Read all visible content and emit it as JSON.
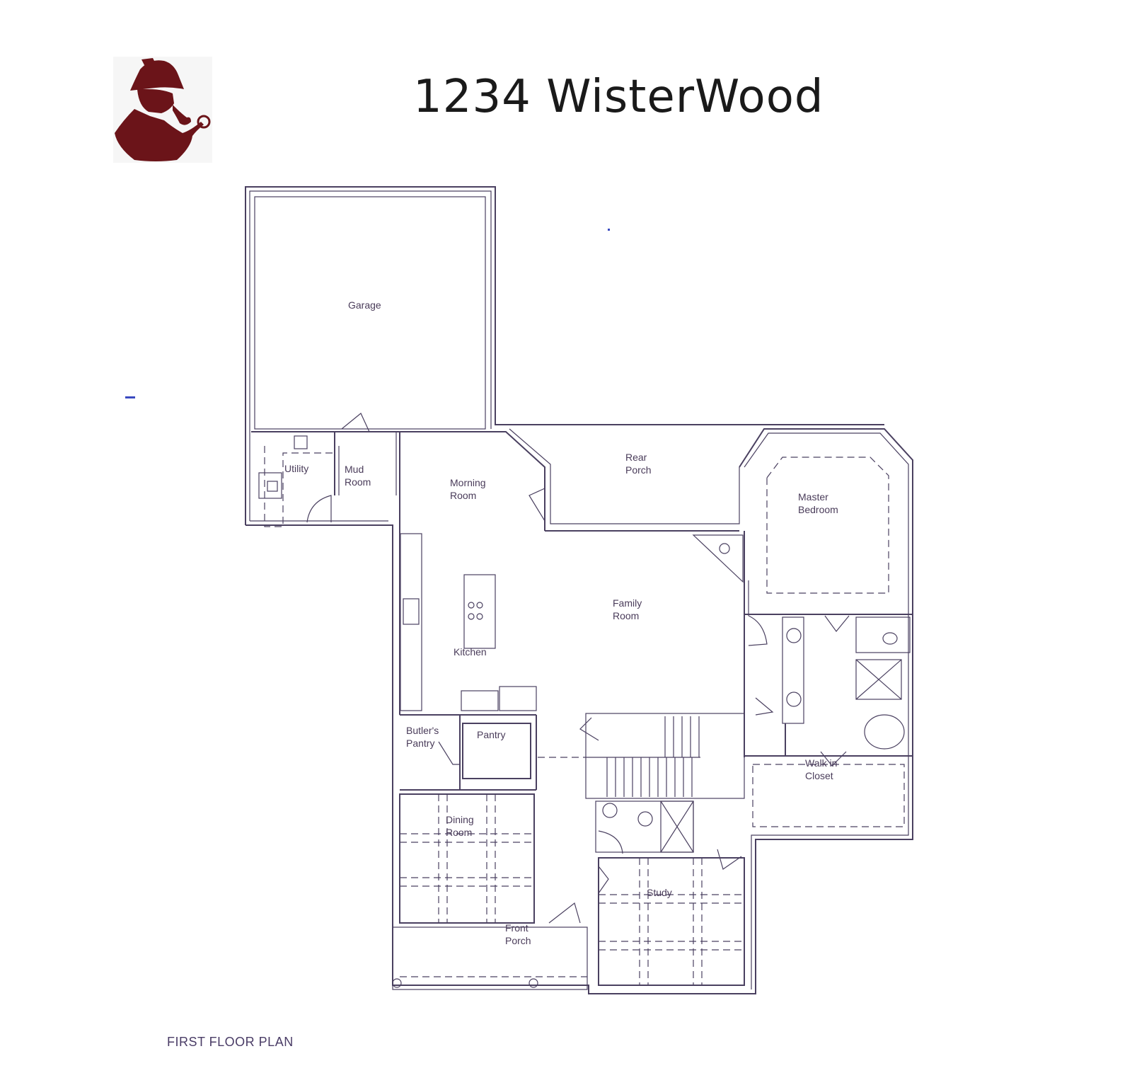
{
  "header": {
    "title": "1234 WisterWood"
  },
  "logo": {
    "icon": "detective-silhouette-icon",
    "color": "#6b1419"
  },
  "plan": {
    "line_color": "#4a4060",
    "label_color": "#4a3c5a",
    "rooms": {
      "garage": [
        "Garage"
      ],
      "utility": [
        "Utility"
      ],
      "mud_room": [
        "Mud",
        "Room"
      ],
      "morning_room": [
        "Morning",
        "Room"
      ],
      "rear_porch": [
        "Rear",
        "Porch"
      ],
      "master_bedroom": [
        "Master",
        "Bedroom"
      ],
      "family_room": [
        "Family",
        "Room"
      ],
      "kitchen": [
        "Kitchen"
      ],
      "butlers_pantry": [
        "Butler's",
        "Pantry"
      ],
      "pantry": [
        "Pantry"
      ],
      "walk_in_closet": [
        "Walk in",
        "Closet"
      ],
      "dining_room": [
        "Dining",
        "Room"
      ],
      "study": [
        "Study"
      ],
      "front_porch": [
        "Front",
        "Porch"
      ]
    }
  },
  "footer": {
    "caption": "FIRST FLOOR PLAN"
  }
}
